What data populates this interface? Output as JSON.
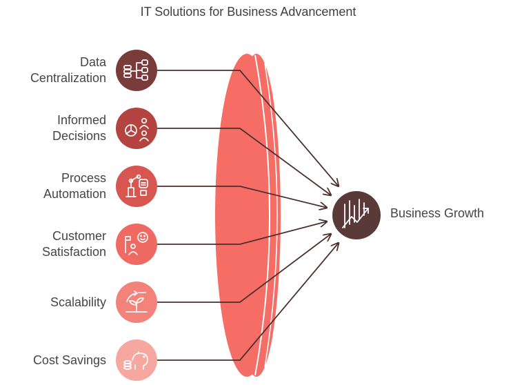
{
  "title": "IT Solutions for Business Advancement",
  "goal": {
    "label": "Business Growth",
    "color": "#5a3a38",
    "icon": "growth-chart-icon"
  },
  "lens": {
    "color": "#f56d64",
    "edge_color": "#ffffff"
  },
  "arrow_color": "#4a2f2f",
  "items": [
    {
      "label": "Data\nCentralization",
      "color": "#7a3b3b",
      "icon": "database-network-icon"
    },
    {
      "label": "Informed\nDecisions",
      "color": "#b5433f",
      "icon": "pie-chart-people-icon"
    },
    {
      "label": "Process\nAutomation",
      "color": "#d85650",
      "icon": "robot-arm-icon"
    },
    {
      "label": "Customer\nSatisfaction",
      "color": "#ef6a62",
      "icon": "happy-customer-icon"
    },
    {
      "label": "Scalability",
      "color": "#f3837a",
      "icon": "growing-plant-icon"
    },
    {
      "label": "Cost Savings",
      "color": "#f6a7a0",
      "icon": "piggy-bank-icon"
    }
  ]
}
